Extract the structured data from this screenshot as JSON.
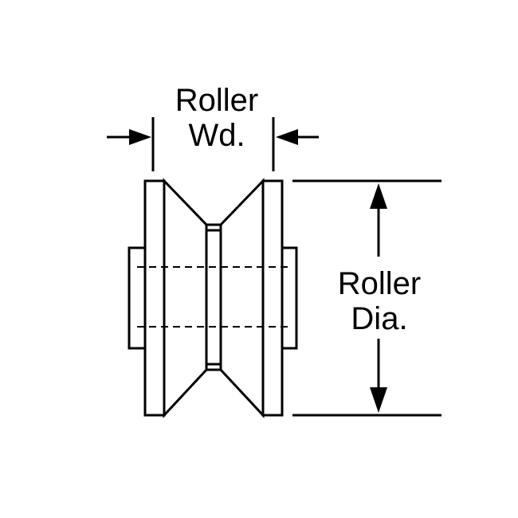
{
  "labels": {
    "roller_width": {
      "line1": "Roller",
      "line2": "Wd."
    },
    "roller_diameter": {
      "line1": "Roller",
      "line2": "Dia."
    }
  },
  "colors": {
    "stroke": "#000000",
    "background": "#ffffff"
  }
}
